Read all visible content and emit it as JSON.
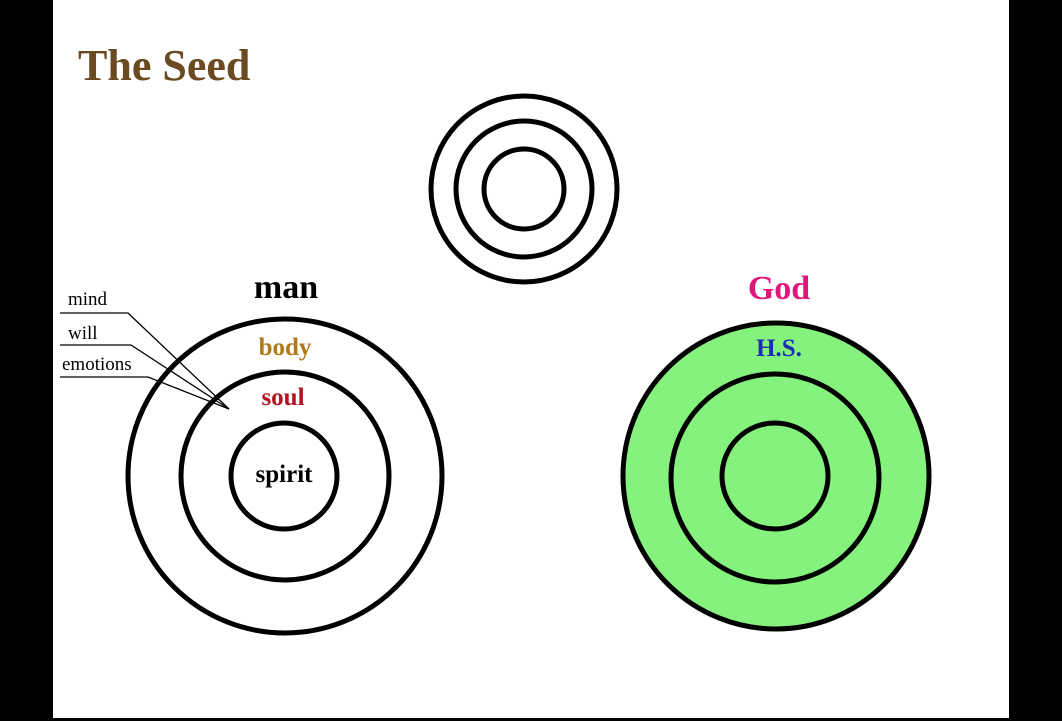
{
  "title": "The Seed",
  "colors": {
    "background": "#ffffff",
    "frame": "#000000",
    "title": "#6b4a22",
    "man": "#000000",
    "god": "#e0177a",
    "body": "#b07a18",
    "soul": "#b0141e",
    "spirit": "#000000",
    "hs": "#1b2fb0",
    "god_fill": "#84f27c",
    "ring_stroke": "#000000"
  },
  "center_seed": {},
  "man": {
    "label": "man",
    "body_label": "body",
    "soul_label": "soul",
    "spirit_label": "spirit",
    "soul_parts": [
      "mind",
      "will",
      "emotions"
    ]
  },
  "god": {
    "label": "God",
    "hs_label": "H.S."
  }
}
